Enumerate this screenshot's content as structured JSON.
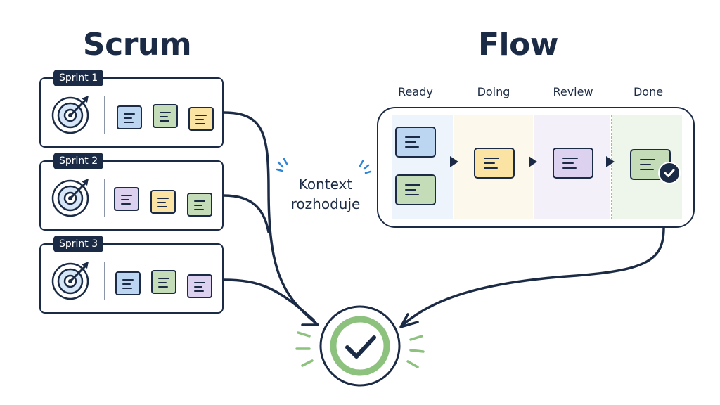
{
  "titles": {
    "left": "Scrum",
    "right": "Flow"
  },
  "sprints": [
    {
      "label": "Sprint 1",
      "notes": [
        "blue",
        "green",
        "yellow"
      ]
    },
    {
      "label": "Sprint 2",
      "notes": [
        "purple",
        "yellow",
        "green"
      ]
    },
    {
      "label": "Sprint 3",
      "notes": [
        "blue",
        "green",
        "purple"
      ]
    }
  ],
  "board": {
    "columns": [
      "Ready",
      "Doing",
      "Review",
      "Done"
    ]
  },
  "center_label": {
    "line1": "Kontext",
    "line2": "rozhoduje"
  },
  "colors": {
    "ink": "#1c2b45",
    "note_blue": "#bcd6f2",
    "note_green": "#c4ddb8",
    "note_yellow": "#fbe3a3",
    "note_purple": "#dcd2f0",
    "success_ring": "#8cc27e",
    "accent_blue": "#2f86d6"
  },
  "icons": [
    "target-icon",
    "note-card-icon",
    "arrow-triangle-icon",
    "check-circle-icon"
  ]
}
